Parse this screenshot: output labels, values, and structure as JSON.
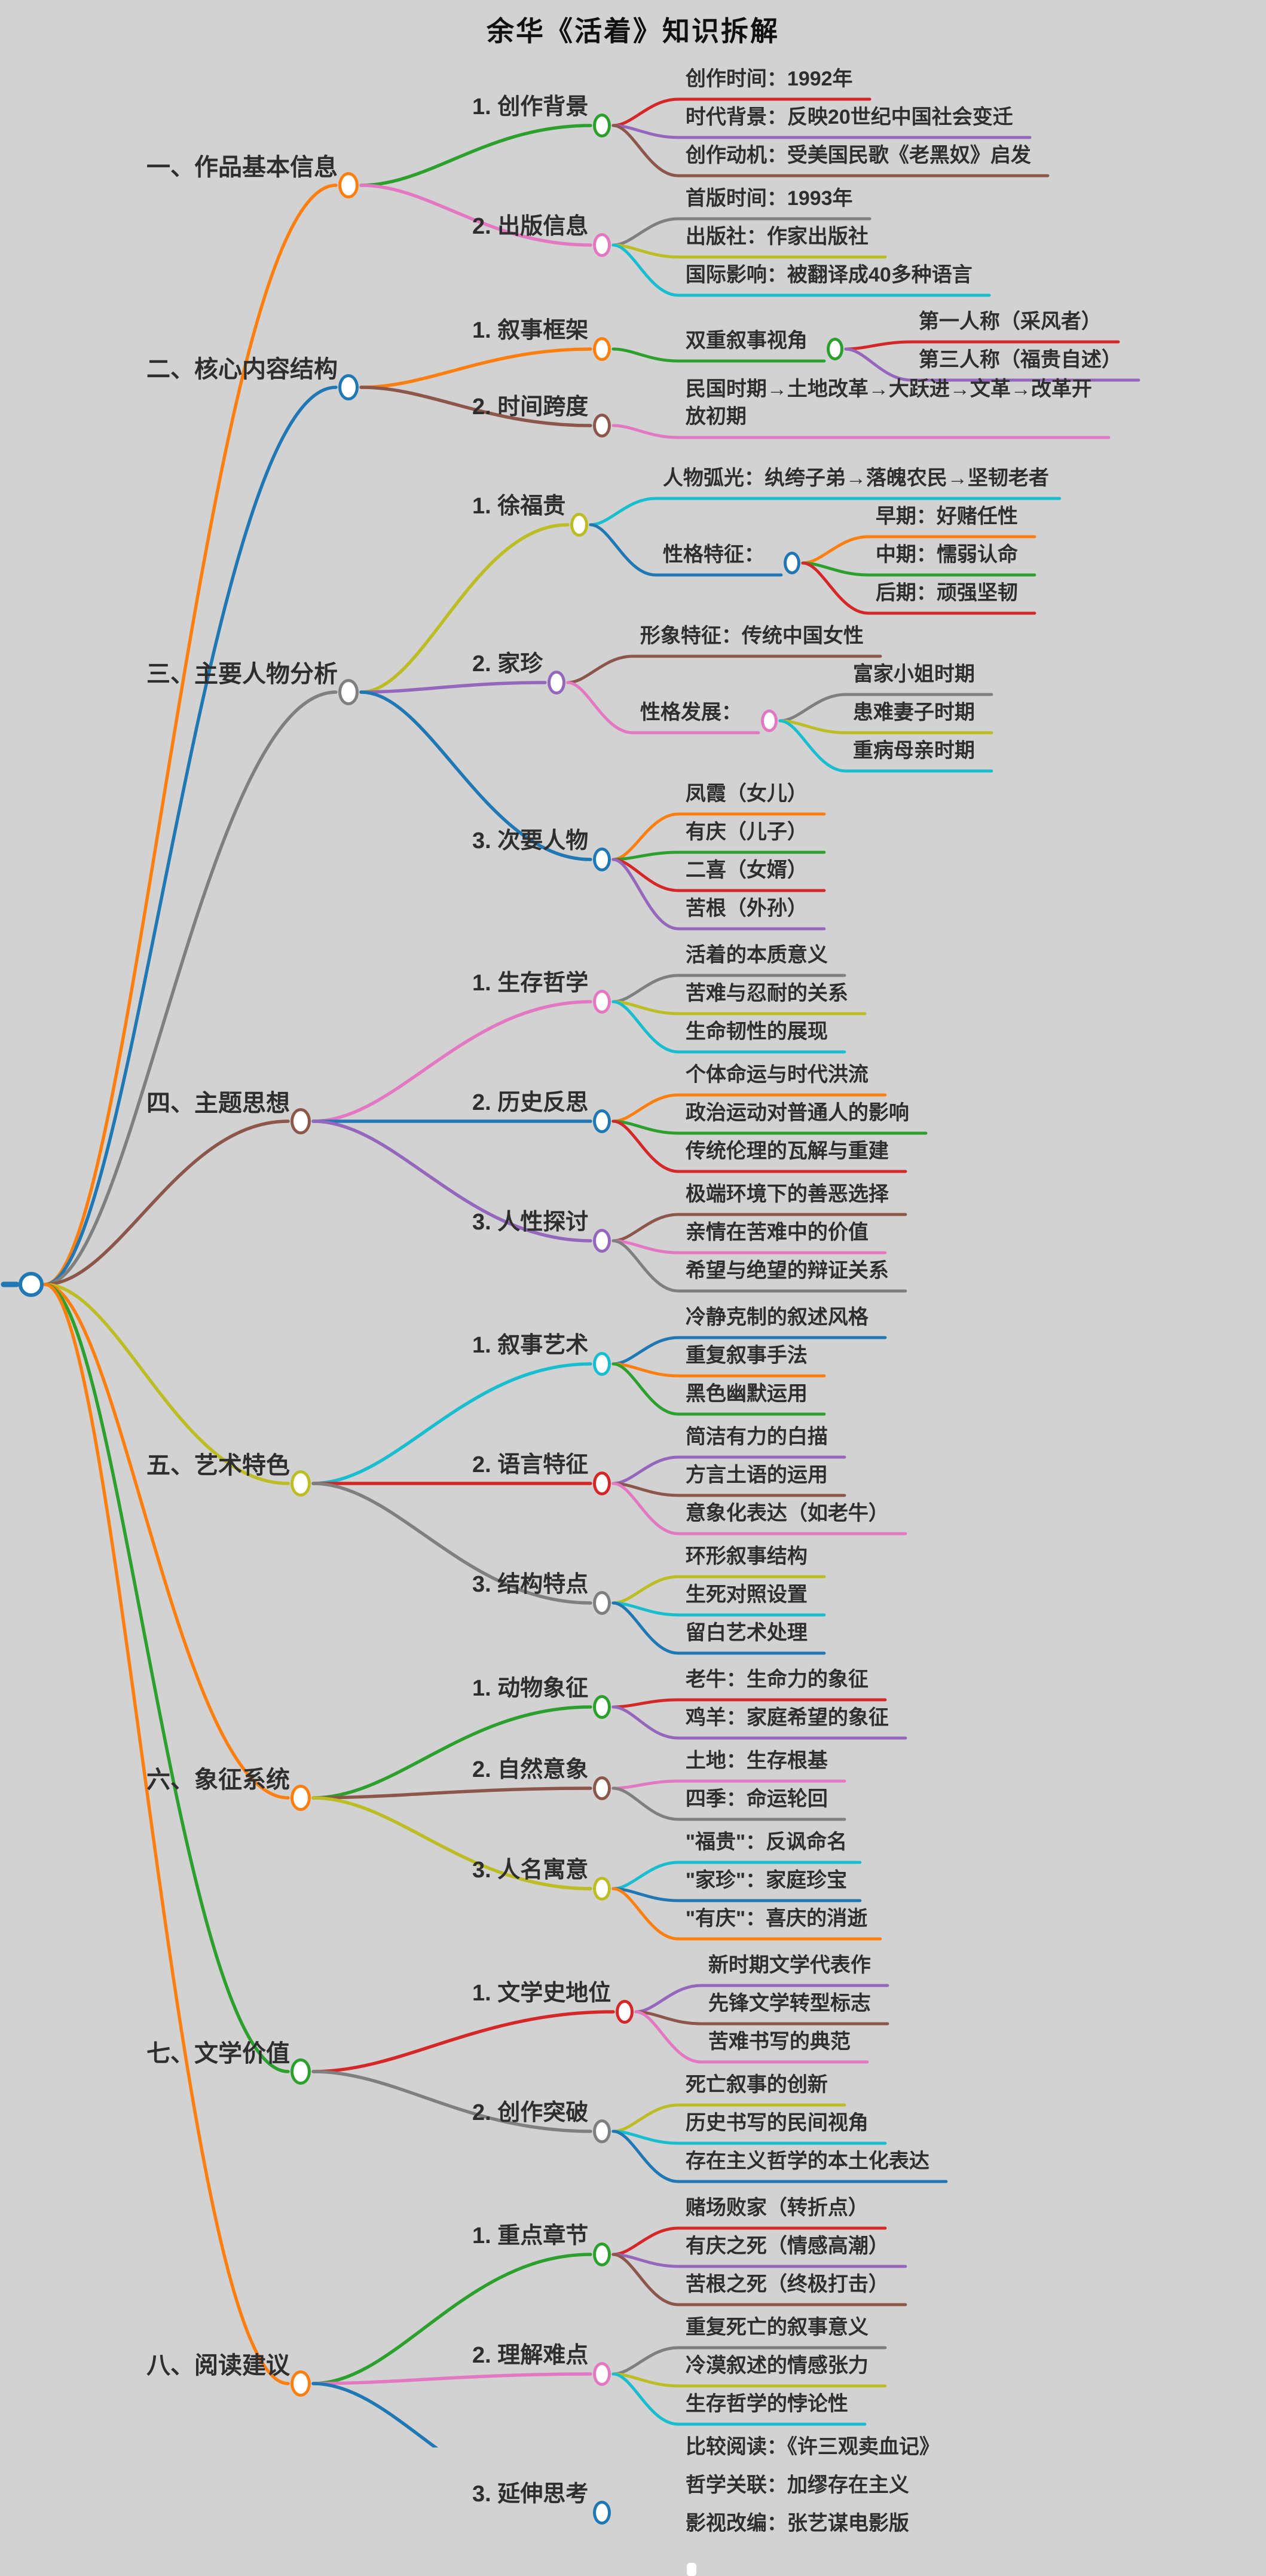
{
  "title": "余华《活着》知识拆解",
  "canvas": {
    "background": "#d2d2d2",
    "text_color": "#2e2e2e",
    "node_fill": "#ffffff"
  },
  "palette": [
    "#1f77b4",
    "#ff7f0e",
    "#2ca02c",
    "#d62728",
    "#9467bd",
    "#8c564b",
    "#e377c2",
    "#7f7f7f",
    "#bcbd22",
    "#17becf"
  ],
  "mindmap": {
    "root_label": "",
    "root_color": "#1f77b4",
    "branches": [
      {
        "label": "一、作品基本信息",
        "color": "#ff7f0e",
        "children": [
          {
            "label": "1. 创作背景",
            "color": "#2ca02c",
            "children": [
              {
                "label": "创作时间：1992年",
                "color": "#d62728"
              },
              {
                "label": "时代背景：反映20世纪中国社会变迁",
                "color": "#9467bd"
              },
              {
                "label": "创作动机：受美国民歌《老黑奴》启发",
                "color": "#8c564b"
              }
            ]
          },
          {
            "label": "2. 出版信息",
            "color": "#e377c2",
            "children": [
              {
                "label": "首版时间：1993年",
                "color": "#7f7f7f"
              },
              {
                "label": "出版社：作家出版社",
                "color": "#bcbd22"
              },
              {
                "label": "国际影响：被翻译成40多种语言",
                "color": "#17becf"
              }
            ]
          }
        ]
      },
      {
        "label": "二、核心内容结构",
        "color": "#1f77b4",
        "children": [
          {
            "label": "1. 叙事框架",
            "color": "#ff7f0e",
            "children": [
              {
                "label": "双重叙事视角",
                "color": "#2ca02c",
                "children": [
                  {
                    "label": "第一人称（采风者）",
                    "color": "#d62728"
                  },
                  {
                    "label": "第三人称（福贵自述）",
                    "color": "#9467bd"
                  }
                ]
              }
            ]
          },
          {
            "label": "2. 时间跨度",
            "color": "#8c564b",
            "children": [
              {
                "label": "民国时期→土地改革→大跃进→文革→改革开放初期",
                "color": "#e377c2"
              }
            ]
          }
        ]
      },
      {
        "label": "三、主要人物分析",
        "color": "#7f7f7f",
        "children": [
          {
            "label": "1. 徐福贵",
            "color": "#bcbd22",
            "children": [
              {
                "label": "人物弧光：纨绔子弟→落魄农民→坚韧老者",
                "color": "#17becf"
              },
              {
                "label": "性格特征：",
                "color": "#1f77b4",
                "children": [
                  {
                    "label": "早期：好赌任性",
                    "color": "#ff7f0e"
                  },
                  {
                    "label": "中期：懦弱认命",
                    "color": "#2ca02c"
                  },
                  {
                    "label": "后期：顽强坚韧",
                    "color": "#d62728"
                  }
                ]
              }
            ]
          },
          {
            "label": "2. 家珍",
            "color": "#9467bd",
            "children": [
              {
                "label": "形象特征：传统中国女性",
                "color": "#8c564b"
              },
              {
                "label": "性格发展：",
                "color": "#e377c2",
                "children": [
                  {
                    "label": "富家小姐时期",
                    "color": "#7f7f7f"
                  },
                  {
                    "label": "患难妻子时期",
                    "color": "#bcbd22"
                  },
                  {
                    "label": "重病母亲时期",
                    "color": "#17becf"
                  }
                ]
              }
            ]
          },
          {
            "label": "3. 次要人物",
            "color": "#1f77b4",
            "children": [
              {
                "label": "凤霞（女儿）",
                "color": "#ff7f0e"
              },
              {
                "label": "有庆（儿子）",
                "color": "#2ca02c"
              },
              {
                "label": "二喜（女婿）",
                "color": "#d62728"
              },
              {
                "label": "苦根（外孙）",
                "color": "#9467bd"
              }
            ]
          }
        ]
      },
      {
        "label": "四、主题思想",
        "color": "#8c564b",
        "children": [
          {
            "label": "1. 生存哲学",
            "color": "#e377c2",
            "children": [
              {
                "label": "活着的本质意义",
                "color": "#7f7f7f"
              },
              {
                "label": "苦难与忍耐的关系",
                "color": "#bcbd22"
              },
              {
                "label": "生命韧性的展现",
                "color": "#17becf"
              }
            ]
          },
          {
            "label": "2. 历史反思",
            "color": "#1f77b4",
            "children": [
              {
                "label": "个体命运与时代洪流",
                "color": "#ff7f0e"
              },
              {
                "label": "政治运动对普通人的影响",
                "color": "#2ca02c"
              },
              {
                "label": "传统伦理的瓦解与重建",
                "color": "#d62728"
              }
            ]
          },
          {
            "label": "3. 人性探讨",
            "color": "#9467bd",
            "children": [
              {
                "label": "极端环境下的善恶选择",
                "color": "#8c564b"
              },
              {
                "label": "亲情在苦难中的价值",
                "color": "#e377c2"
              },
              {
                "label": "希望与绝望的辩证关系",
                "color": "#7f7f7f"
              }
            ]
          }
        ]
      },
      {
        "label": "五、艺术特色",
        "color": "#bcbd22",
        "children": [
          {
            "label": "1. 叙事艺术",
            "color": "#17becf",
            "children": [
              {
                "label": "冷静克制的叙述风格",
                "color": "#1f77b4"
              },
              {
                "label": "重复叙事手法",
                "color": "#ff7f0e"
              },
              {
                "label": "黑色幽默运用",
                "color": "#2ca02c"
              }
            ]
          },
          {
            "label": "2. 语言特征",
            "color": "#d62728",
            "children": [
              {
                "label": "简洁有力的白描",
                "color": "#9467bd"
              },
              {
                "label": "方言土语的运用",
                "color": "#8c564b"
              },
              {
                "label": "意象化表达（如老牛）",
                "color": "#e377c2"
              }
            ]
          },
          {
            "label": "3. 结构特点",
            "color": "#7f7f7f",
            "children": [
              {
                "label": "环形叙事结构",
                "color": "#bcbd22"
              },
              {
                "label": "生死对照设置",
                "color": "#17becf"
              },
              {
                "label": "留白艺术处理",
                "color": "#1f77b4"
              }
            ]
          }
        ]
      },
      {
        "label": "六、象征系统",
        "color": "#ff7f0e",
        "children": [
          {
            "label": "1. 动物象征",
            "color": "#2ca02c",
            "children": [
              {
                "label": "老牛：生命力的象征",
                "color": "#d62728"
              },
              {
                "label": "鸡羊：家庭希望的象征",
                "color": "#9467bd"
              }
            ]
          },
          {
            "label": "2. 自然意象",
            "color": "#8c564b",
            "children": [
              {
                "label": "土地：生存根基",
                "color": "#e377c2"
              },
              {
                "label": "四季：命运轮回",
                "color": "#7f7f7f"
              }
            ]
          },
          {
            "label": "3. 人名寓意",
            "color": "#bcbd22",
            "children": [
              {
                "label": "\"福贵\"：反讽命名",
                "color": "#17becf"
              },
              {
                "label": "\"家珍\"：家庭珍宝",
                "color": "#1f77b4"
              },
              {
                "label": "\"有庆\"：喜庆的消逝",
                "color": "#ff7f0e"
              }
            ]
          }
        ]
      },
      {
        "label": "七、文学价值",
        "color": "#2ca02c",
        "children": [
          {
            "label": "1. 文学史地位",
            "color": "#d62728",
            "children": [
              {
                "label": "新时期文学代表作",
                "color": "#9467bd"
              },
              {
                "label": "先锋文学转型标志",
                "color": "#8c564b"
              },
              {
                "label": "苦难书写的典范",
                "color": "#e377c2"
              }
            ]
          },
          {
            "label": "2. 创作突破",
            "color": "#7f7f7f",
            "children": [
              {
                "label": "死亡叙事的创新",
                "color": "#bcbd22"
              },
              {
                "label": "历史书写的民间视角",
                "color": "#17becf"
              },
              {
                "label": "存在主义哲学的本土化表达",
                "color": "#1f77b4"
              }
            ]
          }
        ]
      },
      {
        "label": "八、阅读建议",
        "color": "#ff7f0e",
        "children": [
          {
            "label": "1. 重点章节",
            "color": "#2ca02c",
            "children": [
              {
                "label": "赌场败家（转折点）",
                "color": "#d62728"
              },
              {
                "label": "有庆之死（情感高潮）",
                "color": "#9467bd"
              },
              {
                "label": "苦根之死（终极打击）",
                "color": "#8c564b"
              }
            ]
          },
          {
            "label": "2. 理解难点",
            "color": "#e377c2",
            "children": [
              {
                "label": "重复死亡的叙事意义",
                "color": "#7f7f7f"
              },
              {
                "label": "冷漠叙述的情感张力",
                "color": "#bcbd22"
              },
              {
                "label": "生存哲学的悖论性",
                "color": "#17becf"
              }
            ]
          },
          {
            "label": "3. 延伸思考",
            "color": "#1f77b4",
            "children": [
              {
                "label": "比较阅读：《许三观卖血记》",
                "color": "#ff7f0e"
              },
              {
                "label": "哲学关联：加缪存在主义",
                "color": "#2ca02c"
              },
              {
                "label": "影视改编：张艺谋电影版",
                "color": "#d62728"
              },
              {
                "label": "",
                "color": "#9467bd"
              }
            ]
          }
        ]
      }
    ]
  }
}
